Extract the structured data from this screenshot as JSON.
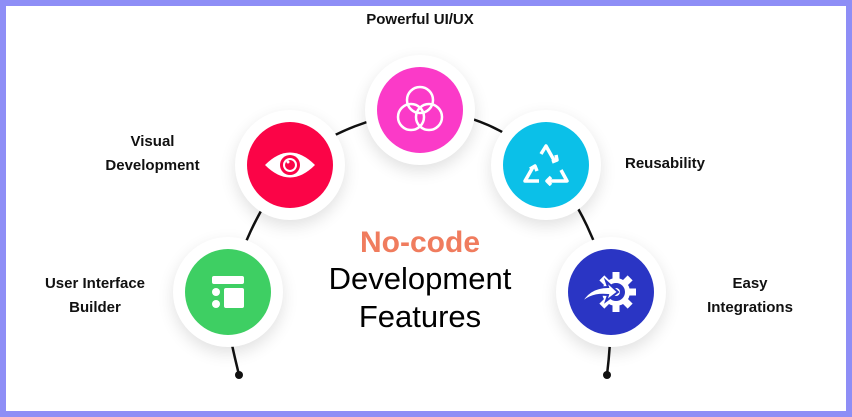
{
  "title": {
    "highlight": "No-code",
    "line2": "Development",
    "line3": "Features"
  },
  "features": [
    {
      "label": "User Interface Builder",
      "line1": "User Interface",
      "line2": "Builder",
      "icon": "layout-icon",
      "color": "#3ecf63"
    },
    {
      "label": "Visual Development",
      "line1": "Visual",
      "line2": "Development",
      "icon": "eye-icon",
      "color": "#fb0447"
    },
    {
      "label": "Powerful UI/UX",
      "icon": "venn-circles-icon",
      "color": "#fb3ac8"
    },
    {
      "label": "Reusability",
      "icon": "recycle-icon",
      "color": "#0bc0e8"
    },
    {
      "label": "Easy Integrations",
      "line1": "Easy",
      "line2": "Integrations",
      "icon": "gear-arrow-icon",
      "color": "#2a35c4"
    }
  ]
}
